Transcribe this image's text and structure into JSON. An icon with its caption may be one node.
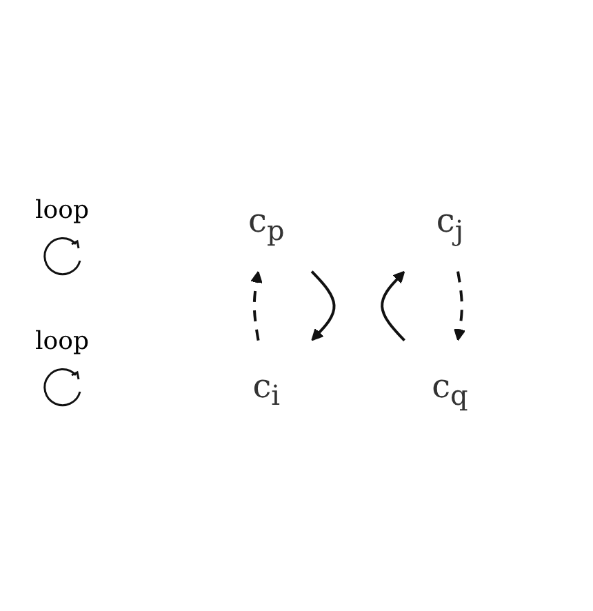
{
  "diagram": {
    "nodes": [
      {
        "text": [
          "c$_{i}$"
        ]
      },
      {
        "text": [
          "c$_{p}$"
        ]
      },
      {
        "text": [
          "c$_{q}$"
        ]
      },
      {
        "text": [
          "c$_{j}$"
        ]
      }
    ],
    "edges": [
      {
        "from": 1,
        "to": 0,
        "arrow": "to"
      },
      {
        "from": 0,
        "to": 1,
        "arrow": "to",
        "style": "dashed"
      },
      {
        "from": 2,
        "to": 3,
        "arrow": "to"
      },
      {
        "from": 3,
        "to": 2,
        "arrow": "to",
        "style": "dashed"
      }
    ],
    "labels": [
      "loop",
      "loop"
    ]
  }
}
